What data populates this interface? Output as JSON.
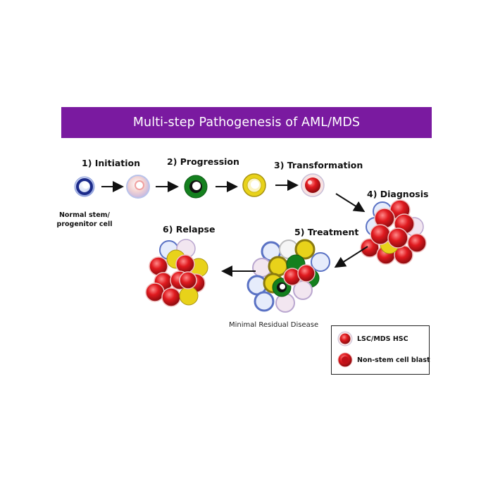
{
  "title": "Multi-step Pathogenesis of AML/MDS",
  "steps": {
    "initiation": "1) Initiation",
    "progression": "2) Progression",
    "transformation": "3) Transformation",
    "diagnosis": "4) Diagnosis",
    "treatment": "5) Treatment",
    "relapse": "6) Relapse"
  },
  "notes": {
    "normal_cell_line1": "Normal stem/",
    "normal_cell_line2": "progenitor cell",
    "minimal_residual_disease": "Minimal Residual Disease"
  },
  "legend": {
    "lsc_label": "LSC/MDS HSC",
    "blast_label": "Non-stem cell blast"
  },
  "colors": {
    "banner": "#7a1aa0",
    "lsc_red": "#e01a1f",
    "normal_blue": "#1b2a8a",
    "progression_green": "#14801e",
    "transformation_yellow": "#e8d21a"
  }
}
